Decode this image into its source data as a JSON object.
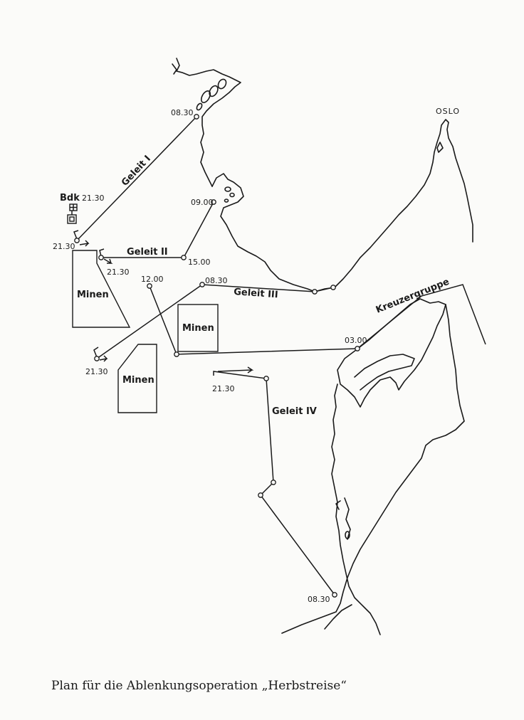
{
  "map": {
    "labels": {
      "oslo": "OSLO",
      "bdk": "Bdk",
      "bdk_time": "21.30",
      "geleit1": "Geleit I",
      "geleit2": "Geleit II",
      "geleit3": "Geleit III",
      "geleit4": "Geleit IV",
      "kreuzergruppe": "Kreuzergruppe",
      "minen": "Minen"
    },
    "times": {
      "g1_start": "21.30",
      "g1_end": "08.30",
      "g2_start": "21.30",
      "g2_mid": "15.00",
      "g2_end": "09.00",
      "g3_start": "21.30",
      "g3_mid": "08.30",
      "g3_alt": "12.00",
      "kreuzer_time": "03.00",
      "g4_start": "21.30",
      "g4_end": "08.30"
    }
  },
  "caption": "Plan für die Ablenkungsoperation „Herbstreise“"
}
